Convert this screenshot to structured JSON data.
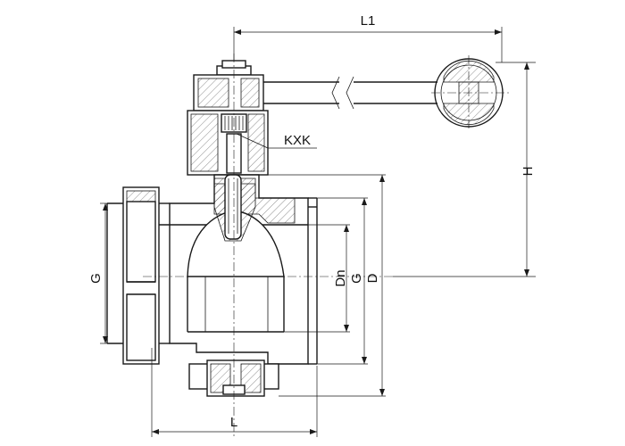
{
  "drawing": {
    "labels": {
      "l1": "L1",
      "h": "H",
      "kxk": "KXK",
      "g_left": "G",
      "dn": "Dn",
      "g_right": "G",
      "d": "D",
      "l": "L"
    }
  }
}
